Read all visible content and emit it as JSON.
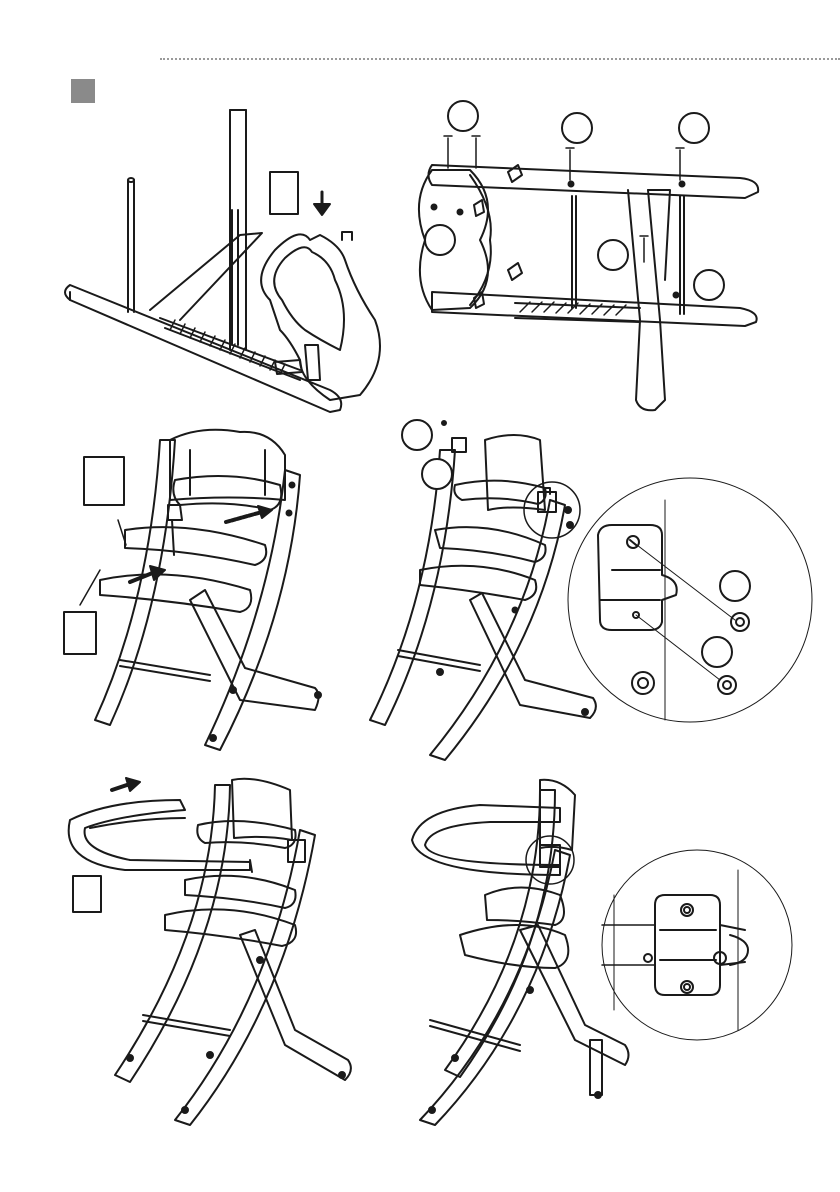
{
  "page": {
    "background": "#ffffff",
    "line_color": "#1a1a1a",
    "step_marker_color": "#8a8a8a",
    "header_rule": "dotted"
  },
  "panels": [
    {
      "id": "panel-1",
      "description_icon": "base-frame-insert-backrest"
    },
    {
      "id": "panel-2",
      "description_icon": "frame-screws"
    },
    {
      "id": "panel-3",
      "description_icon": "insert-seat-footrest"
    },
    {
      "id": "panel-4",
      "description_icon": "attach-bracket"
    },
    {
      "id": "panel-5",
      "description_icon": "slide-tray"
    },
    {
      "id": "panel-6",
      "description_icon": "tray-locked-detail"
    }
  ]
}
